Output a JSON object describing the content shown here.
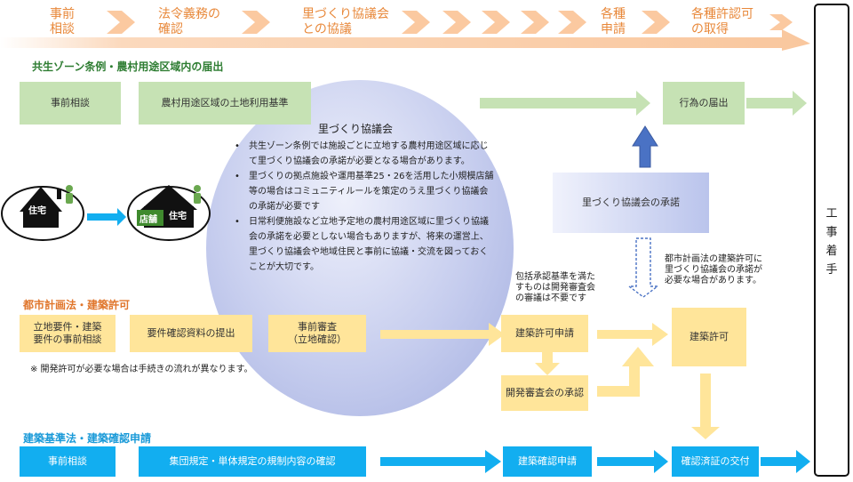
{
  "stages": [
    {
      "label": "事前\n相談"
    },
    {
      "label": "法令義務の\n確認"
    },
    {
      "label": "里づくり協議会\nとの協議"
    },
    {
      "label": "各種\n申請"
    },
    {
      "label": "各種許認可\nの取得"
    }
  ],
  "construction_start": "工\n事\n着\n手",
  "sections": {
    "zone": {
      "title": "共生ゾーン条例・農村用途区域内の届出",
      "consult": "事前相談",
      "standard": "農村用途区域の土地利用基準",
      "notification": "行為の届出",
      "approval": "里づくり協議会の承諾"
    },
    "planning": {
      "title": "都市計画法・建築許可",
      "req1": "立地要件・建築\n要件の事前相談",
      "req2": "要件確認資料の提出",
      "review": "事前審査\n（立地確認）",
      "apply": "建築許可申請",
      "committee": "開発審査会の承認",
      "permit": "建築許可",
      "footnote": "※ 開発許可が必要な場合は手続きの流れが異なります。"
    },
    "building": {
      "title": "建築基準法・建築確認申請",
      "consult": "事前相談",
      "check": "集団規定・単体規定の規制内容の確認",
      "apply": "建築確認申請",
      "issue": "確認済証の交付"
    }
  },
  "council": {
    "title": "里づくり協議会",
    "bullets": [
      "共生ゾーン条例では施設ごとに立地する農村用途区域に応じて里づくり協議会の承諾が必要となる場合があります。",
      "里づくりの拠点施設や運用基準25・26を活用した小規模店舗等の場合はコミュニティルールを策定のうえ里づくり協議会の承諾が必要です",
      "日常利便施設など立地予定地の農村用途区域に里づくり協議会の承諾を必要としない場合もありますが、将来の運営上、里づくり協議会や地域住民と事前に協議・交流を図っておくことが大切です。"
    ]
  },
  "notes": {
    "inclusive": "包括承認基準を満た\nすものは開発審査会\nの審議は不要です",
    "city_plan": "都市計画法の建築許可に\n里づくり協議会の承諾が\n必要な場合があります。"
  },
  "houses": {
    "before": "住宅",
    "after_shop": "店舗",
    "after_home": "住宅"
  },
  "colors": {
    "stage_text": "#e8883a",
    "zone_title": "#2e7d32",
    "planning_title": "#e0762c",
    "building_title": "#1a9ad8",
    "green_box": "#c6e2b4",
    "yellow_box": "#ffe59a",
    "blue_box": "#12aef0",
    "up_arrow": "#4a72c4"
  }
}
